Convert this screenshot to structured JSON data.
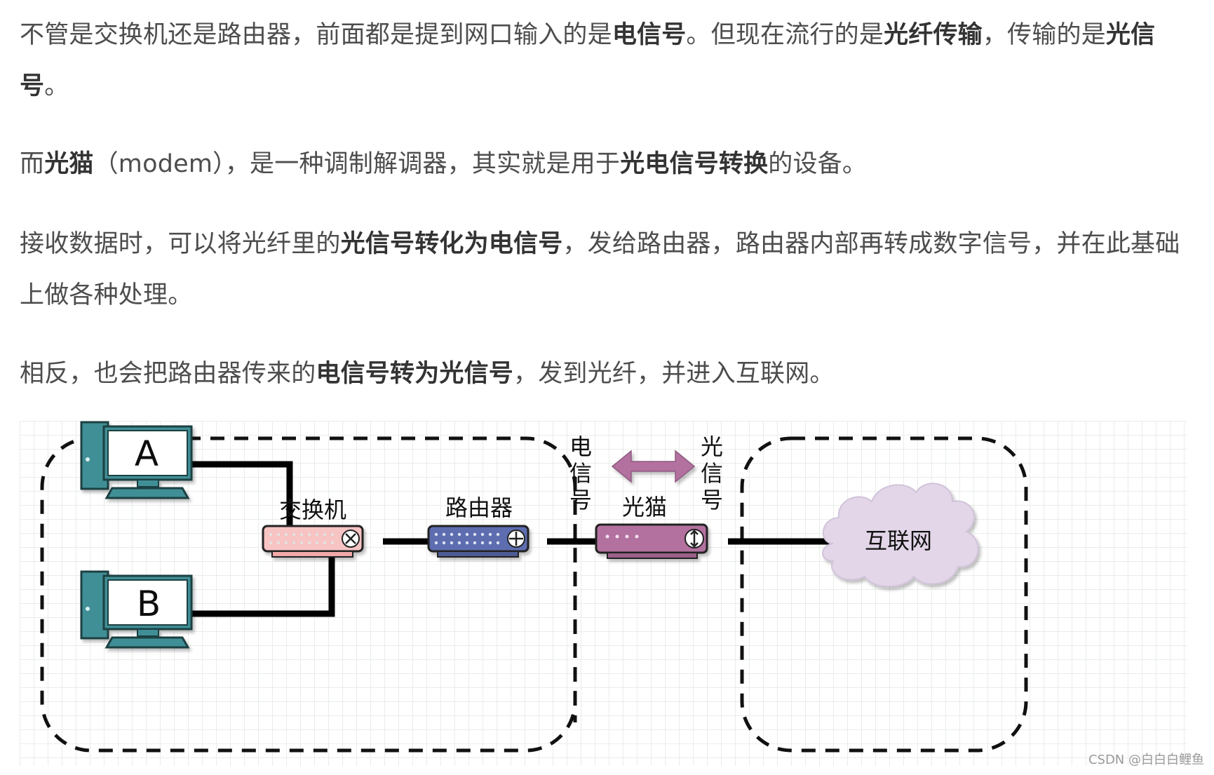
{
  "paragraphs": {
    "p1": [
      {
        "text": "不管是交换机还是路由器，前面都是提到网口输入的是"
      },
      {
        "text": "电信号",
        "bold": true
      },
      {
        "text": "。但现在流行的是"
      },
      {
        "text": "光纤传输",
        "bold": true
      },
      {
        "text": "，传输的是"
      },
      {
        "text": "光信号",
        "bold": true
      },
      {
        "text": "。"
      }
    ],
    "p2": [
      {
        "text": "而"
      },
      {
        "text": "光猫",
        "bold": true
      },
      {
        "text": "（modem），是一种调制解调器，其实就是用于"
      },
      {
        "text": "光电信号转换",
        "bold": true
      },
      {
        "text": "的设备。"
      }
    ],
    "p3": [
      {
        "text": "接收数据时，可以将光纤里的"
      },
      {
        "text": "光信号转化为电信号",
        "bold": true
      },
      {
        "text": "，发给路由器，路由器内部再转成数字信号，并在此基础上做各种处理。"
      }
    ],
    "p4": [
      {
        "text": "相反，也会把路由器传来的"
      },
      {
        "text": "电信号转为光信号",
        "bold": true
      },
      {
        "text": "，发到光纤，并进入互联网。"
      }
    ]
  },
  "diagram": {
    "computer_a": "A",
    "computer_b": "B",
    "switch_label": "交换机",
    "router_label": "路由器",
    "modem_label": "光猫",
    "electric_signal": [
      "电",
      "信",
      "号"
    ],
    "optical_signal": [
      "光",
      "信",
      "号"
    ],
    "internet_label": "互联网",
    "colors": {
      "computer": "#3f8f96",
      "switch": "#f7c3c3",
      "router": "#5d6db0",
      "modem": "#b3719f",
      "arrow": "#b3719f",
      "cloud": "#e2d6e8"
    }
  },
  "watermark": "CSDN @白白白鲤鱼"
}
